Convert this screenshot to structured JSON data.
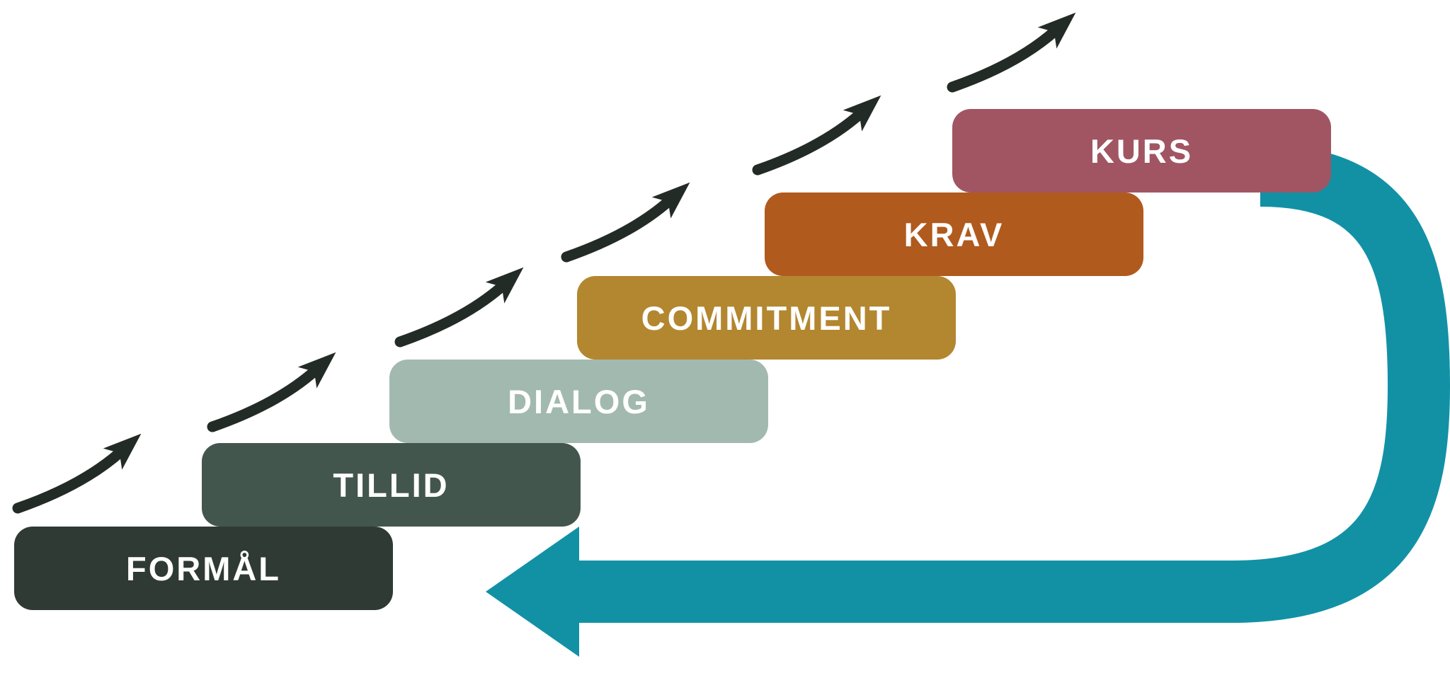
{
  "diagram": {
    "background": "#ffffff",
    "steps": [
      {
        "label": "FORMÅL",
        "color": "#2e3a33"
      },
      {
        "label": "TILLID",
        "color": "#43564e"
      },
      {
        "label": "DIALOG",
        "color": "#a2b9af"
      },
      {
        "label": "COMMITMENT",
        "color": "#b3872f"
      },
      {
        "label": "KRAV",
        "color": "#b05a1e"
      },
      {
        "label": "KURS",
        "color": "#a15562"
      }
    ],
    "step_arrow_color": "#232b27",
    "loop_arrow_color": "#1291a5"
  }
}
